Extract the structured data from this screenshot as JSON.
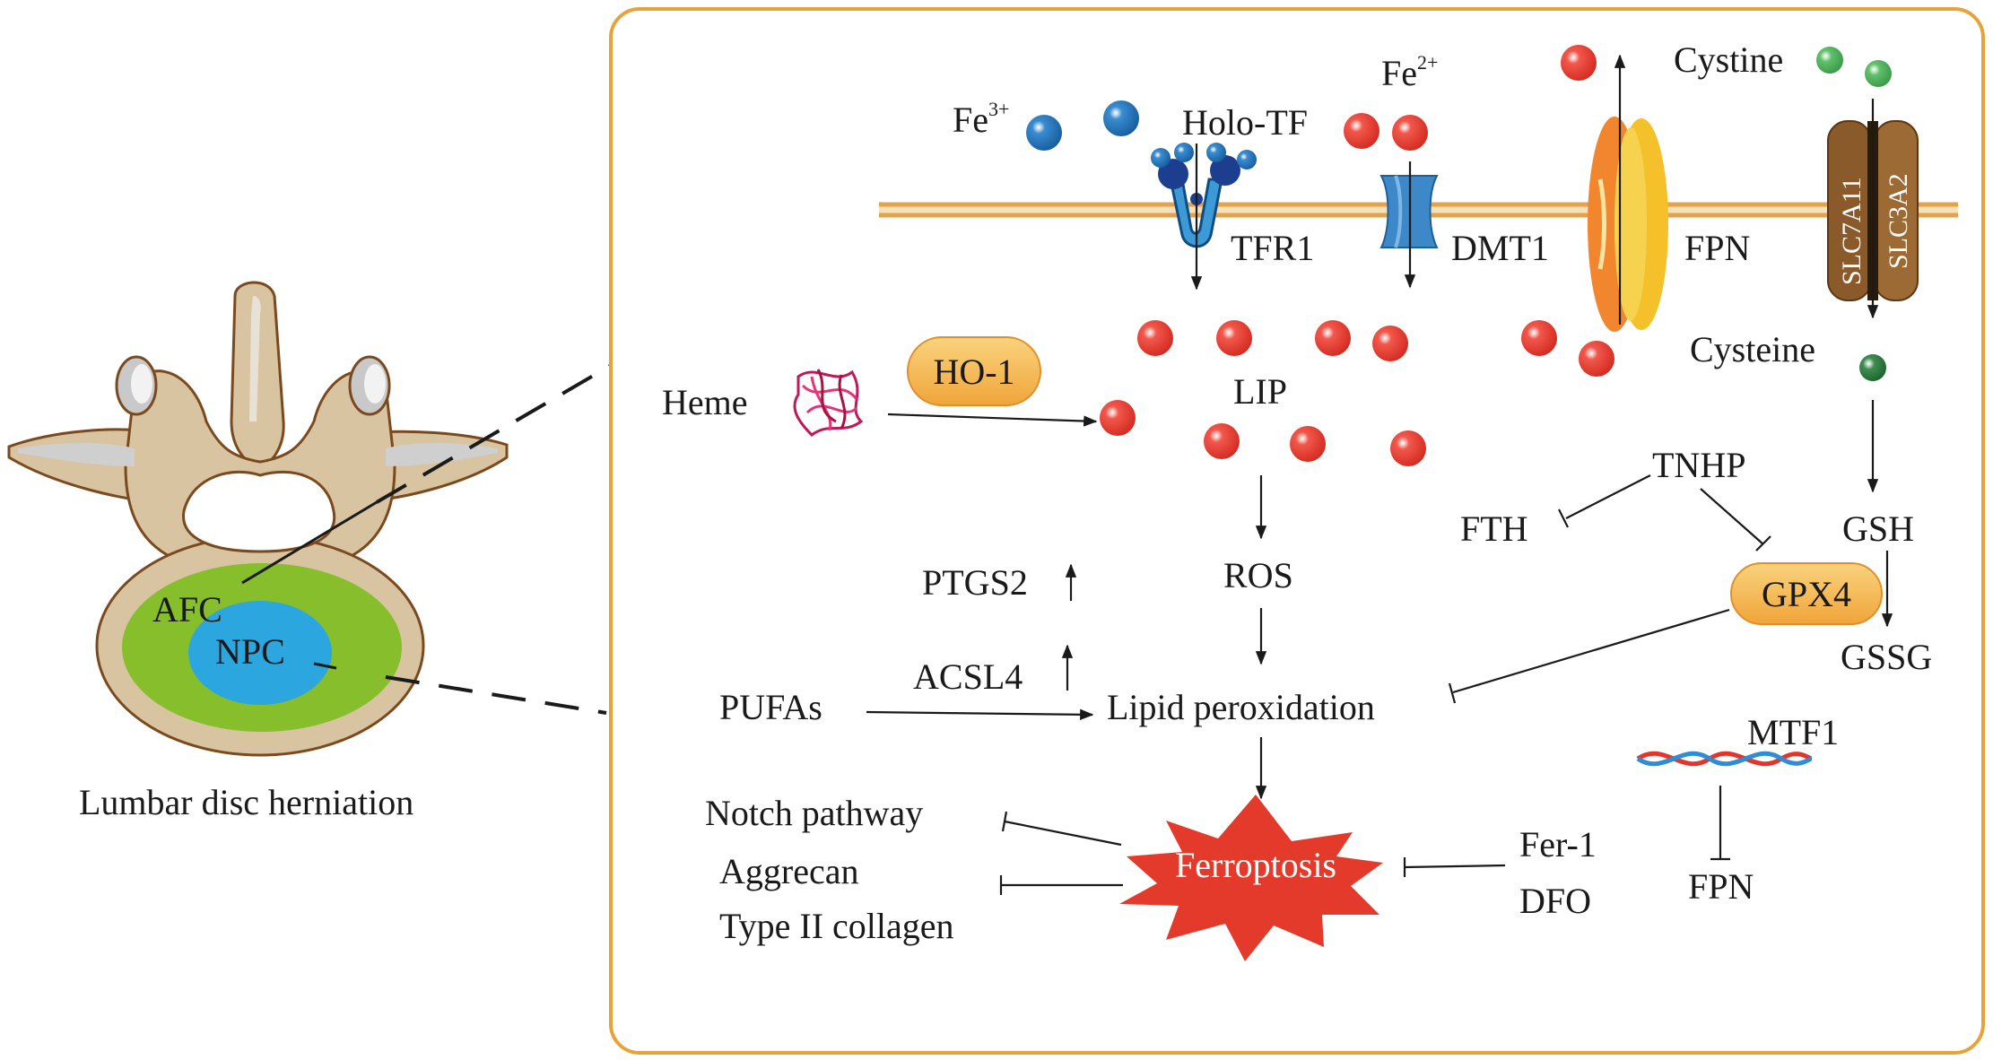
{
  "colors": {
    "frame": "#E8A23A",
    "membrane": "#E2A24E",
    "iron_red": "#E03A2E",
    "iron_blue": "#1F6FB5",
    "cystine_green": "#4CB05A",
    "cysteine_green": "#2E7D3F",
    "annulus": "#86BE2C",
    "nucleus": "#2BA6DF",
    "bone": "#D9C4A2",
    "ferroptosis": "#E33A2C",
    "oval_fill": "#F6B94A"
  },
  "left": {
    "afc": "AFC",
    "npc": "NPC",
    "caption": "Lumbar disc herniation"
  },
  "labels": {
    "fe3": "Fe",
    "fe3_sup": "3+",
    "fe2": "Fe",
    "fe2_sup": "2+",
    "holo_tf": "Holo-TF",
    "cystine": "Cystine",
    "tfr1": "TFR1",
    "dmt1": "DMT1",
    "fpn_top": "FPN",
    "slc7a11": "SLC7A11",
    "slc3a2": "SLC3A2",
    "cysteine": "Cysteine",
    "heme": "Heme",
    "ho1": "HO-1",
    "lip": "LIP",
    "tnhp": "TNHP",
    "fth": "FTH",
    "gsh": "GSH",
    "ptgs2": "PTGS2",
    "ros": "ROS",
    "gpx4": "GPX4",
    "gssg": "GSSG",
    "acsl4": "ACSL4",
    "pufas": "PUFAs",
    "lipid_peroxidation": "Lipid peroxidation",
    "mtf1": "MTF1",
    "notch": "Notch pathway",
    "ferroptosis": "Ferroptosis",
    "fer1": "Fer-1",
    "aggrecan": "Aggrecan",
    "dfo": "DFO",
    "fpn_bottom": "FPN",
    "type2": "Type II collagen"
  }
}
